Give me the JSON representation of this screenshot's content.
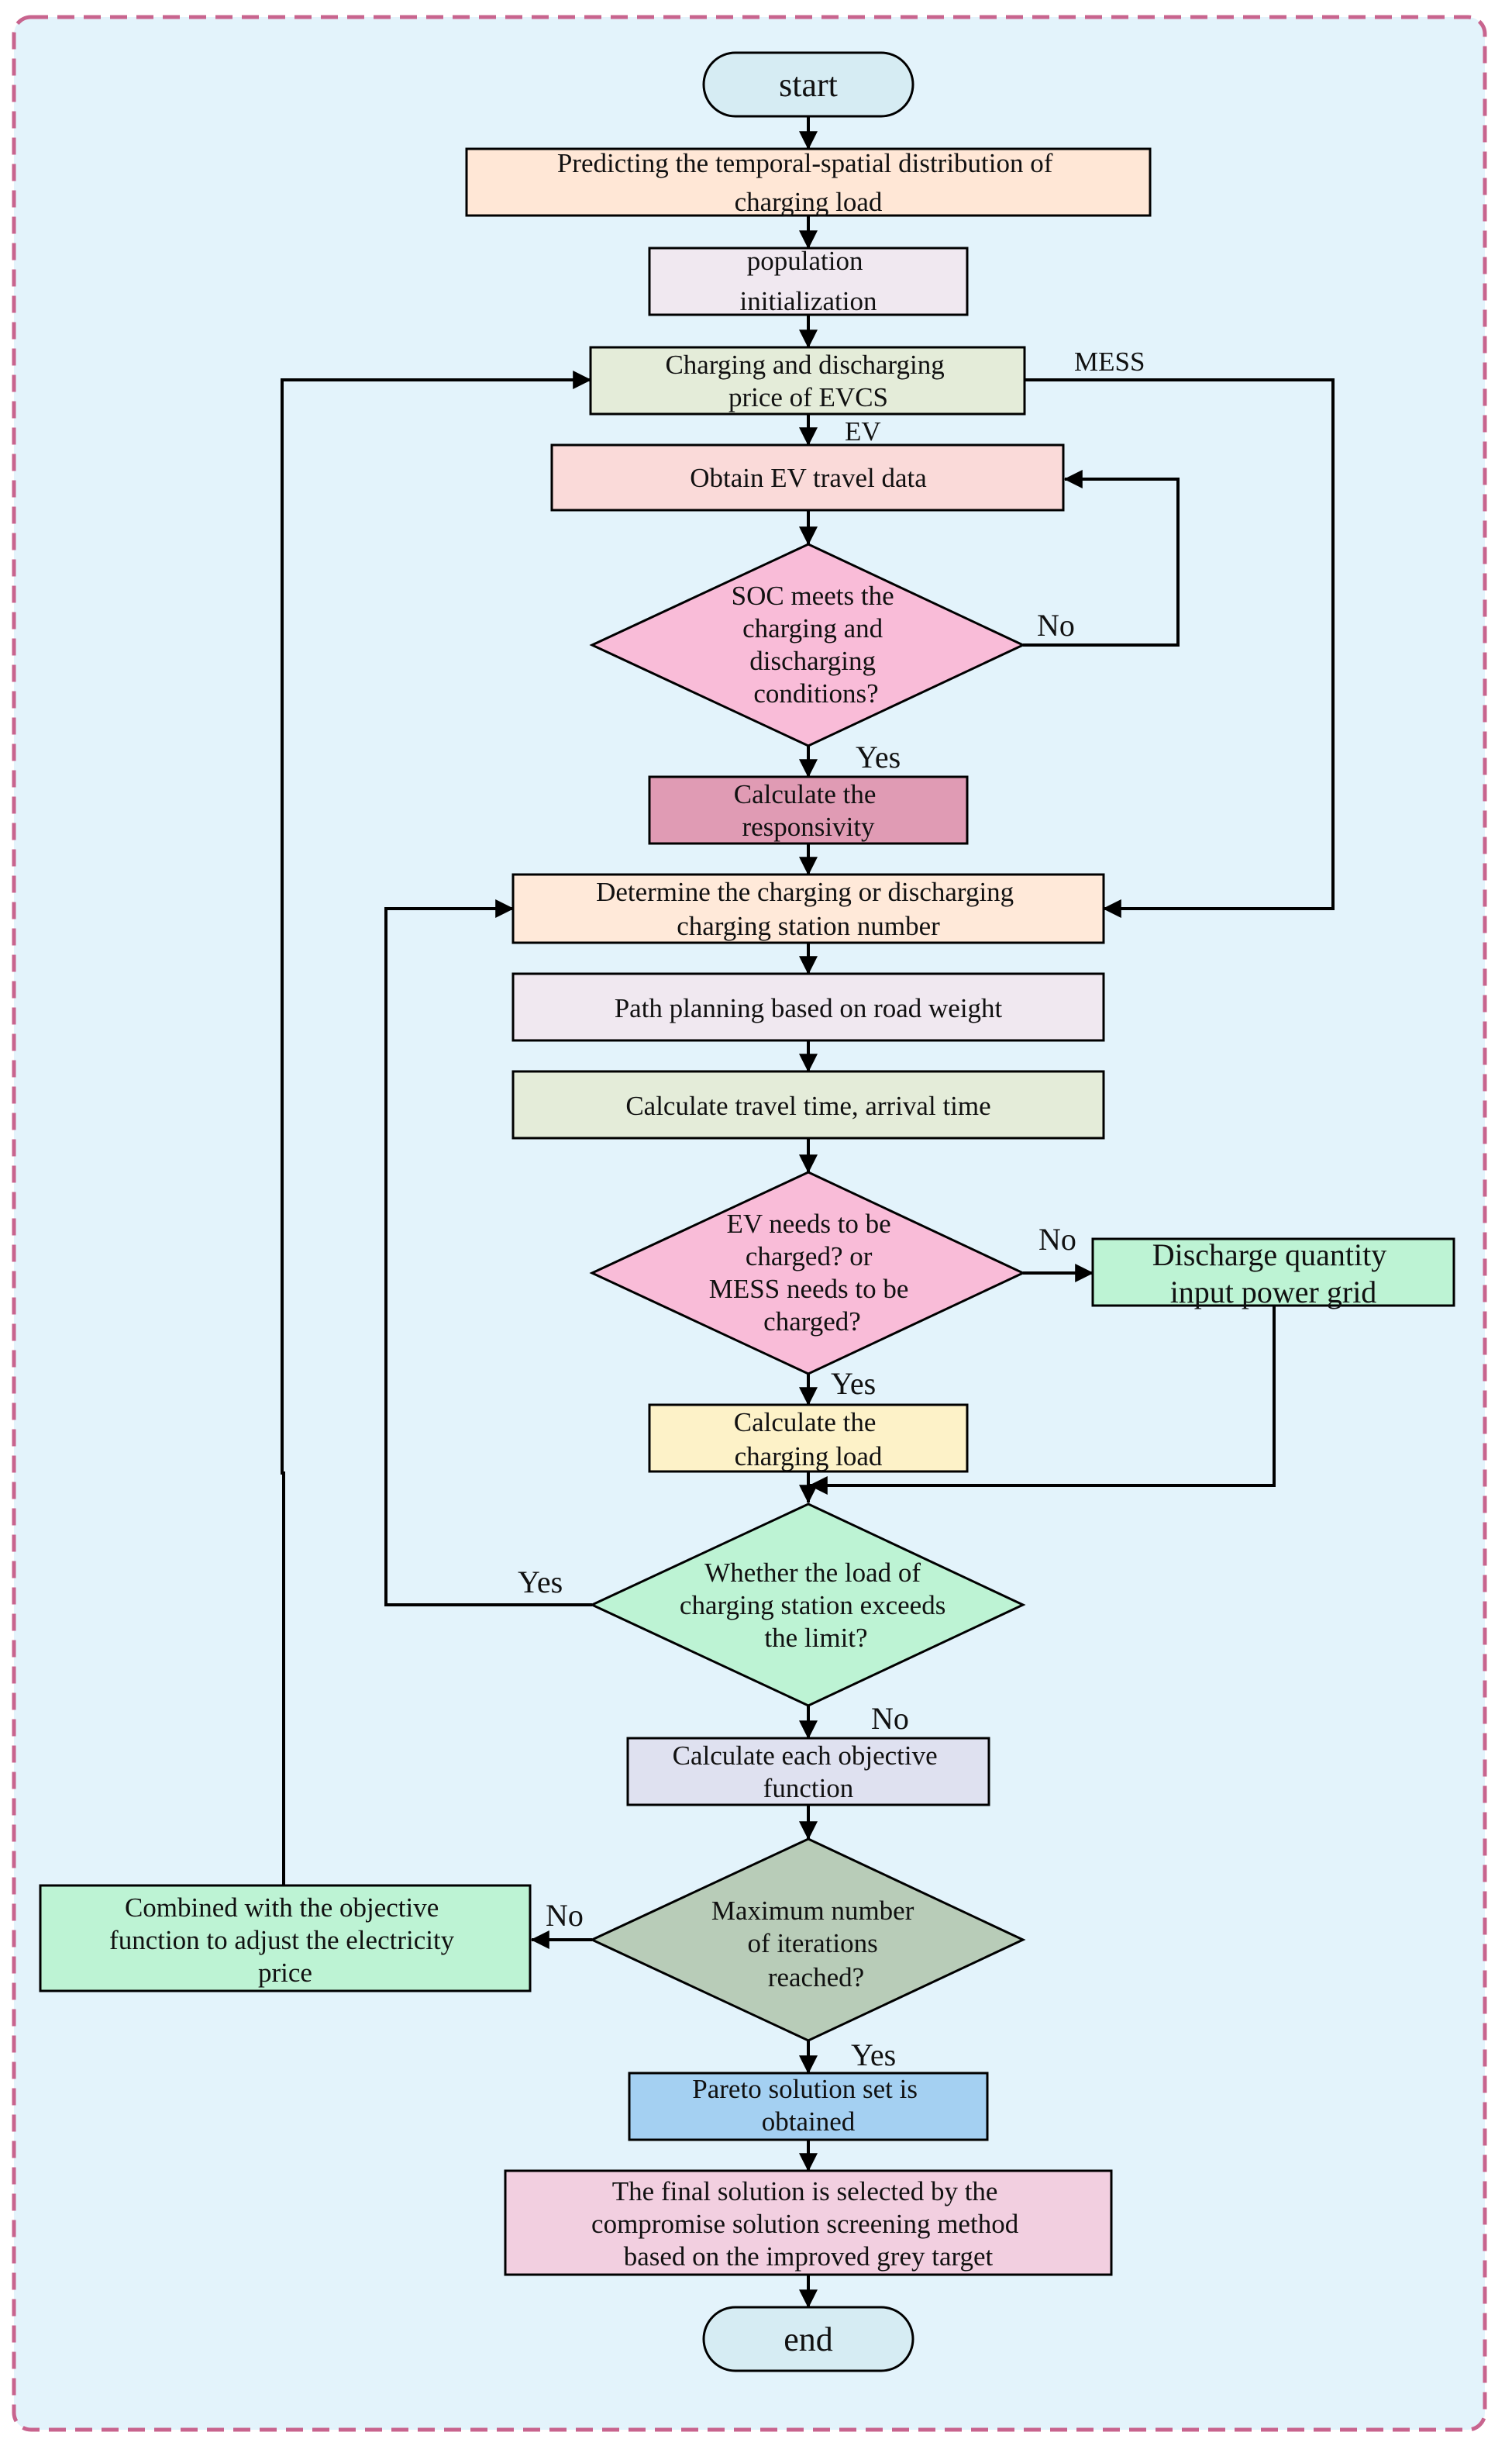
{
  "colors": {
    "background": "#e3f3fb",
    "frame_border": "#c8648e",
    "terminal_fill": "#d6ecf3",
    "decision_pink": "#f9bcd8",
    "decision_green": "#bdf3d4",
    "decision_grey": "#b8ccb8",
    "line": "#000000"
  },
  "nodes": {
    "start": "start",
    "predict": [
      "Predicting the temporal-spatial distribution of",
      "charging load"
    ],
    "population": [
      "population",
      "initialization"
    ],
    "price_evcs": [
      "Charging and discharging",
      "price of EVCS"
    ],
    "obtain_ev": [
      "Obtain EV travel data"
    ],
    "soc_decision": [
      "SOC meets the",
      "charging and",
      "discharging",
      "conditions?"
    ],
    "responsivity": [
      "Calculate the",
      "responsivity"
    ],
    "determine_station": [
      "Determine the charging or discharging",
      "charging station number"
    ],
    "path_planning": [
      "Path planning based on road weight"
    ],
    "travel_time": [
      "Calculate travel time, arrival time"
    ],
    "charge_decision": [
      "EV needs to be",
      "charged? or",
      "MESS needs to be",
      "charged?"
    ],
    "discharge_grid": [
      "Discharge quantity",
      "input power grid"
    ],
    "charging_load": [
      "Calculate the",
      "charging load"
    ],
    "load_decision": [
      "Whether the load of",
      "charging station exceeds",
      "the limit?"
    ],
    "objective": [
      "Calculate each objective",
      "function"
    ],
    "adjust_price": [
      "Combined with the objective",
      "function to adjust the electricity",
      "price"
    ],
    "iter_decision": [
      "Maximum number",
      "of iterations",
      "reached?"
    ],
    "pareto": [
      "Pareto solution set is",
      "obtained"
    ],
    "final": [
      "The final solution is selected by the",
      "compromise solution screening method",
      "based on the improved grey target"
    ],
    "end": "end"
  },
  "edge_labels": {
    "ev": "EV",
    "mess": "MESS",
    "soc_no": "No",
    "soc_yes": "Yes",
    "charge_no": "No",
    "charge_yes": "Yes",
    "load_yes": "Yes",
    "load_no": "No",
    "iter_no": "No",
    "iter_yes": "Yes"
  }
}
